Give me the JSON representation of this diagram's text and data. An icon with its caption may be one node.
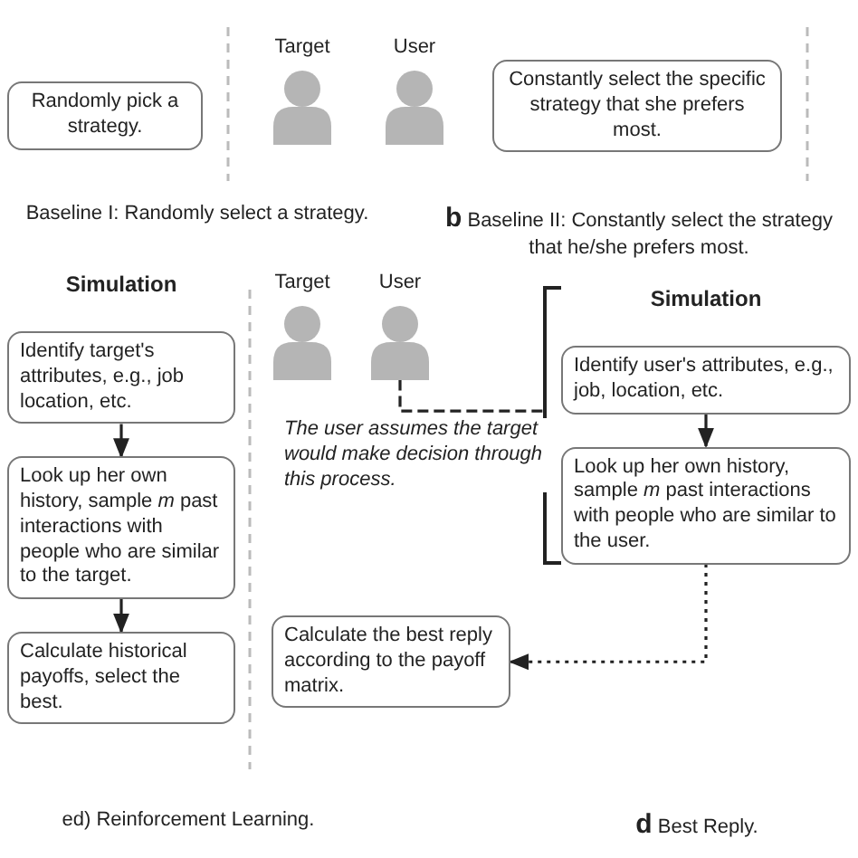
{
  "diagram": {
    "nodes": [
      {
        "text": [
          "Randomly pick a strategy."
        ]
      },
      {
        "text": [
          "Target"
        ]
      },
      {
        "text": [
          "User"
        ]
      },
      {
        "text": [
          "Constantly select the specific strategy that she prefers most."
        ]
      },
      {
        "text": [
          "Simulation"
        ]
      },
      {
        "text": [
          "Identify target's attributes, e.g., job location, etc."
        ],
        "in": 4
      },
      {
        "text": [
          "Look up her own history, sample *m* past interactions with people who are similar to the target."
        ],
        "in": 4
      },
      {
        "text": [
          "Calculate historical payoffs, select the best."
        ],
        "in": 4
      },
      {
        "text": [
          "Target"
        ]
      },
      {
        "text": [
          "User"
        ]
      },
      {
        "text": [
          "Simulation"
        ]
      },
      {
        "text": [
          "Identify user's attributes, e.g., job, location, etc."
        ],
        "in": 10
      },
      {
        "text": [
          "Look up her own history, sample *m* past interactions with people who are similar to the user."
        ],
        "in": 10
      },
      {
        "text": [
          "Calculate the best reply according to the payoff matrix."
        ]
      }
    ],
    "edges": [
      {
        "from": 5,
        "to": 6,
        "arrow": "to"
      },
      {
        "from": 6,
        "to": 7,
        "arrow": "to"
      },
      {
        "from": 9,
        "to": 10,
        "arrow": "none",
        "style": "dashed",
        "label": "The user assumes the target would make decision through this process."
      },
      {
        "from": 11,
        "to": 12,
        "arrow": "to"
      },
      {
        "from": 12,
        "to": 13,
        "arrow": "to",
        "style": "dashed"
      }
    ],
    "labels": [
      "Baseline I: Randomly select a strategy.",
      "**b** Baseline II: Constantly select the strategy that he/she prefers most.",
      "ed) Reinforcement Learning.",
      "**d** Best Reply."
    ]
  }
}
